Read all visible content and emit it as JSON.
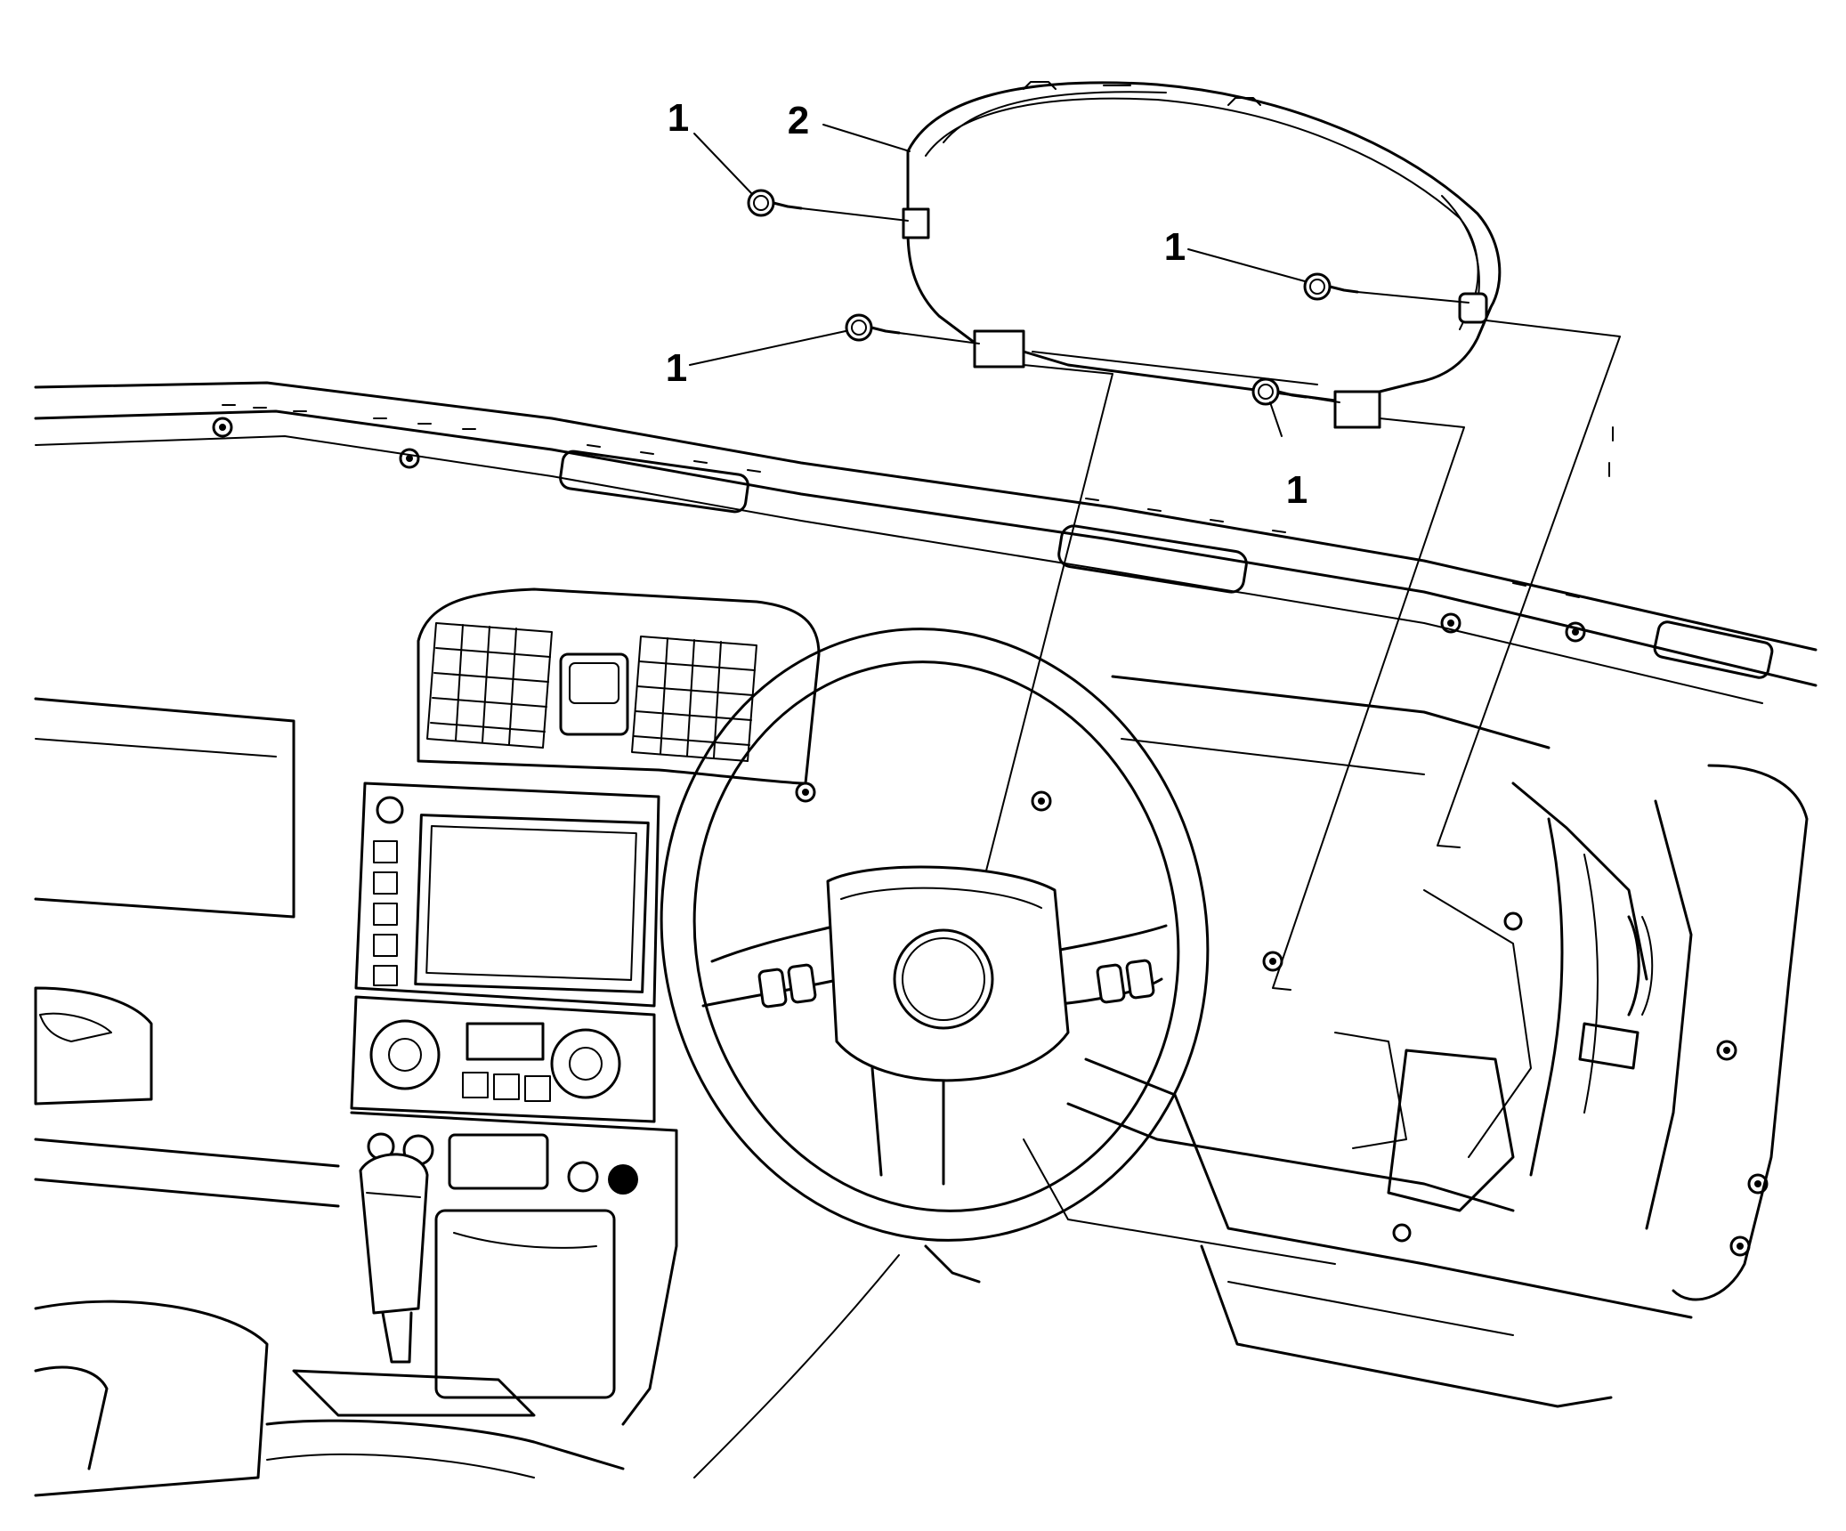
{
  "callouts": [
    {
      "id": "screw-upper-left",
      "label": "1"
    },
    {
      "id": "cluster",
      "label": "2"
    },
    {
      "id": "screw-upper-right",
      "label": "1"
    },
    {
      "id": "screw-lower-left",
      "label": "1"
    },
    {
      "id": "screw-lower-right",
      "label": "1"
    }
  ]
}
